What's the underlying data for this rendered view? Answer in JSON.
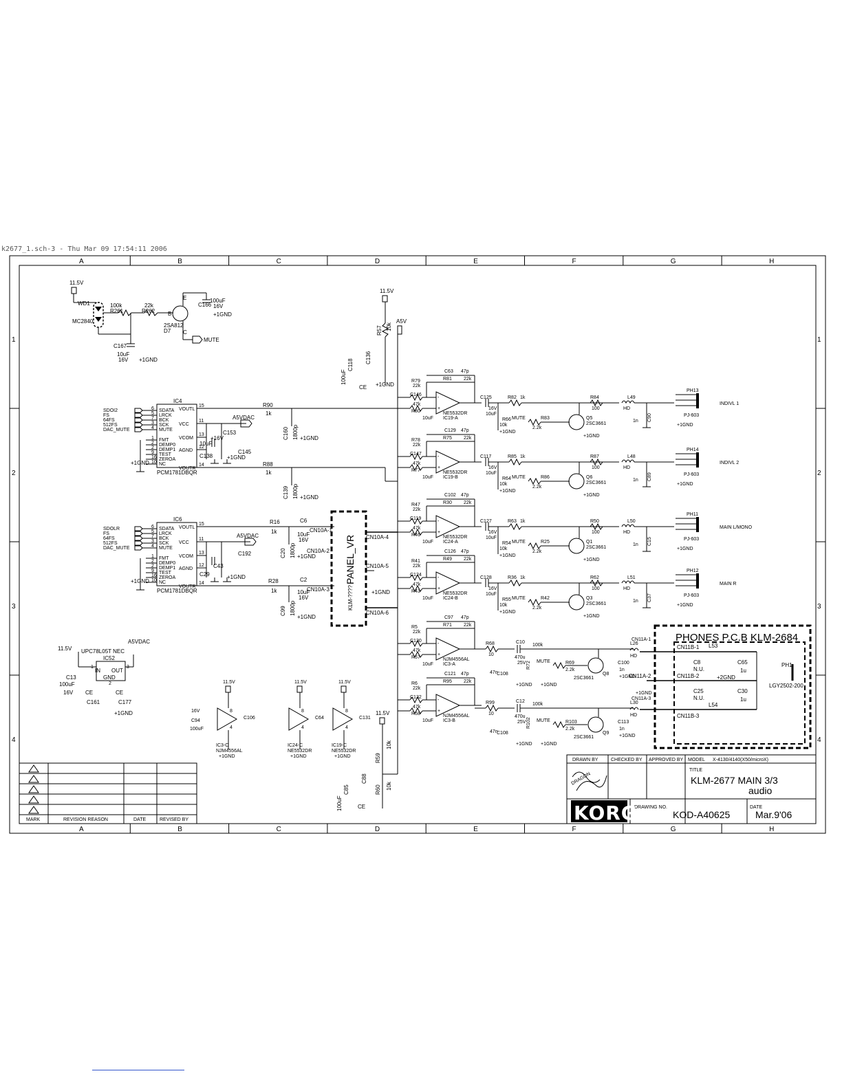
{
  "header": {
    "file_line": "k2677_1.sch-3 - Thu Mar 09 17:54:11 2006"
  },
  "grid": {
    "columns": [
      "A",
      "B",
      "C",
      "D",
      "E",
      "F",
      "G",
      "H"
    ],
    "rows": [
      "1",
      "2",
      "3",
      "4"
    ]
  },
  "power": {
    "v115": "11.5V",
    "a5v": "A5V",
    "a5vdac": "A5VDAC",
    "gnd": "+1GND",
    "gnd2": "+2GND",
    "mute": "MUTE"
  },
  "mute_circuit": {
    "wd1": "WD1",
    "diode": "MC2840",
    "r261": "R261",
    "r261_val": "100k",
    "r262": "R262",
    "r262_val": "22k",
    "q": "2SA812",
    "q_mark": "D7",
    "c166": "C166",
    "c166_val": "100uF",
    "c166_v": "16V",
    "c167": "C167",
    "c167_val": "10uF",
    "c167_v": "16V",
    "pin_b": "B",
    "pin_e": "E",
    "pin_c": "C"
  },
  "dac1": {
    "ref": "IC4",
    "part": "PCM1781DBQR",
    "inputs": [
      "SDOI2",
      "FS",
      "64FS",
      "512FS",
      "DAC_MUTE"
    ],
    "in_pins": [
      "6",
      "5",
      "7",
      "3",
      "4"
    ],
    "pins_left": [
      "SDATA",
      "LRCK",
      "BCK",
      "SCK",
      "MUTE",
      "FMT",
      "DEMP0",
      "DEMP1",
      "TEST",
      "ZEROA",
      "NC"
    ],
    "pin_nums_left": [
      "6",
      "5",
      "7",
      "3",
      "4",
      "1",
      "2",
      "2",
      "9",
      "16",
      "10"
    ],
    "pins_right": [
      "VOUTL",
      "VCC",
      "VCOM",
      "AGND",
      "VOUTR"
    ],
    "pin_nums_right": [
      "15",
      "11",
      "13",
      "12",
      "14"
    ],
    "caps": [
      "C153",
      "C138",
      "C145",
      "10uF",
      "+16V"
    ]
  },
  "dac2": {
    "ref": "IC6",
    "part": "PCM1781DBQR",
    "inputs": [
      "SDOLR",
      "FS",
      "64FS",
      "512FS",
      "DAC_MUTE"
    ],
    "in_pins": [
      "6",
      "5",
      "7",
      "3",
      "4"
    ],
    "pins_left": [
      "SDATA",
      "LRCK",
      "BCK",
      "SCK",
      "MUTE",
      "FMT",
      "DEMP0",
      "DEMP1",
      "TEST",
      "ZEROA",
      "NC"
    ],
    "pin_nums_left": [
      "6",
      "5",
      "7",
      "3",
      "4",
      "1",
      "2",
      "2",
      "9",
      "16",
      "10"
    ],
    "pins_right": [
      "VOUTL",
      "VCC",
      "VCOM",
      "AGND",
      "VOUTR"
    ],
    "pin_nums_right": [
      "15",
      "11",
      "13",
      "12",
      "14"
    ],
    "caps": [
      "C192",
      "C43",
      "C29",
      "10uF",
      "+16V"
    ]
  },
  "misc_parts": {
    "r90": "R90",
    "r88": "R88",
    "r16": "R16",
    "r28": "R28",
    "k1": "1k",
    "c160": "C160",
    "c139": "C139",
    "c20": "C20",
    "c99": "C99",
    "p1800": "1800p",
    "c6": "C6",
    "c2": "C2",
    "uf10": "10uF",
    "v16": "16V",
    "r57": "R57",
    "k10": "10k",
    "c118": "C118",
    "c136": "C136",
    "r59": "R59",
    "r60": "R60",
    "c85": "C85",
    "c88": "C88",
    "uf100": "100uF",
    "ce": "CE"
  },
  "panel": {
    "label": "PANEL_VR",
    "sub": "KLM-????",
    "connectors": [
      "CN10A-1",
      "CN10A-2",
      "CN10A-3",
      "CN10A-4",
      "CN10A-5",
      "CN10A-6"
    ]
  },
  "opamps": [
    {
      "ref": "IC19-A",
      "part": "NE5532DR",
      "rin": "R79",
      "rin_val": "22k",
      "rfb": "R81",
      "rfb_val": "22k",
      "cfb": "C63",
      "cfb_val": "47p",
      "r2": "R80",
      "r2_val": "47k",
      "c": "C146"
    },
    {
      "ref": "IC19-B",
      "part": "NE5532DR",
      "rin": "R78",
      "rin_val": "22k",
      "rfb": "R75",
      "rfb_val": "22k",
      "cfb": "C129",
      "cfb_val": "47p",
      "r2": "R77",
      "r2_val": "47k",
      "c": "C147"
    },
    {
      "ref": "IC24-A",
      "part": "NE5532DR",
      "rin": "R47",
      "rin_val": "22k",
      "rfb": "R30",
      "rfb_val": "22k",
      "cfb": "C102",
      "cfb_val": "47p",
      "r2": "R46",
      "r2_val": "47k",
      "c": "C119"
    },
    {
      "ref": "IC24-B",
      "part": "NE5532DR",
      "rin": "R41",
      "rin_val": "22k",
      "rfb": "R49",
      "rfb_val": "22k",
      "cfb": "C126",
      "cfb_val": "47p",
      "r2": "R43",
      "r2_val": "47k",
      "c": "C124"
    },
    {
      "ref": "IC3-A",
      "part": "NJM4556AL",
      "rin": "R5",
      "rin_val": "22k",
      "rfb": "R71",
      "rfb_val": "22k",
      "cfb": "C97",
      "cfb_val": "47p",
      "r2": "R57",
      "r2_val": "47k",
      "c": "C130"
    },
    {
      "ref": "IC3-B",
      "part": "NJM4556AL",
      "rin": "R6",
      "rin_val": "22k",
      "rfb": "R95",
      "rfb_val": "22k",
      "cfb": "C121",
      "cfb_val": "47p",
      "r2": "R58",
      "r2_val": "47k",
      "c": "C132"
    }
  ],
  "outputs": [
    {
      "cap": "C125",
      "r_series": "R82",
      "r_val": "1k",
      "r_bias": "R66",
      "r_mute": "R83",
      "r_mute_val": "2.2k",
      "q": "Q5",
      "q_part": "2SC3661",
      "r_out": "R84",
      "r_out_val": "100",
      "l": "L49",
      "l_type": "HD",
      "c_out": "C90",
      "c_out_val": "1n",
      "jack": "PH13",
      "jack_part": "PJ-603",
      "label": "INDIVL 1"
    },
    {
      "cap": "C117",
      "r_series": "R85",
      "r_val": "1k",
      "r_bias": "R64",
      "r_mute": "R86",
      "r_mute_val": "2.2k",
      "q": "Q6",
      "q_part": "2SC3661",
      "r_out": "R87",
      "r_out_val": "100",
      "l": "L48",
      "l_type": "HD",
      "c_out": "C89",
      "c_out_val": "1n",
      "jack": "PH14",
      "jack_part": "PJ-603",
      "label": "INDIVL 2"
    },
    {
      "cap": "C127",
      "r_series": "R63",
      "r_val": "1k",
      "r_bias": "R54",
      "r_mute": "R25",
      "r_mute_val": "2.2k",
      "q": "Q1",
      "q_part": "2SC3661",
      "r_out": "R50",
      "r_out_val": "100",
      "l": "L50",
      "l_type": "HD",
      "c_out": "C15",
      "c_out_val": "1n",
      "jack": "PH11",
      "jack_part": "PJ-603",
      "label": "MAIN L/MONO"
    },
    {
      "cap": "C128",
      "r_series": "R36",
      "r_val": "1k",
      "r_bias": "R55",
      "r_mute": "R42",
      "r_mute_val": "2.2k",
      "q": "Q3",
      "q_part": "2SC3661",
      "r_out": "R62",
      "r_out_val": "100",
      "l": "L51",
      "l_type": "HD",
      "c_out": "C37",
      "c_out_val": "1n",
      "jack": "PH12",
      "jack_part": "PJ-603",
      "label": "MAIN R"
    }
  ],
  "phones_out": [
    {
      "r": "R68",
      "r_val": "10",
      "c": "C10",
      "c_val": "470u",
      "c_v": "25V",
      "c2": "C108",
      "c2_val": "47n",
      "rv": "R72",
      "rv_val": "100k",
      "r_mute": "R69",
      "r_mute_val": "2.2k",
      "q": "Q8",
      "q_part": "2SC3661",
      "c_out": "C100",
      "c_out_val": "1n",
      "l": "L26",
      "l_type": "HD",
      "cn": "CN11A-1"
    },
    {
      "r": "R99",
      "r_val": "10",
      "c": "C12",
      "c_val": "470u",
      "c_v": "25V",
      "c2": "C108",
      "c2_val": "47n",
      "rv": "R102",
      "rv_val": "100k",
      "r_mute": "R103",
      "r_mute_val": "2.2k",
      "q": "Q9",
      "q_part": "2SC3661",
      "c_out": "C113",
      "c_out_val": "1n",
      "l": "L30",
      "l_type": "HD",
      "cn": "CN11A-3"
    }
  ],
  "phones_pcb": {
    "title": "PHONES P.C.B KLM-2684",
    "cn_left": [
      "CN11B-1",
      "CN11B-2",
      "CN11B-3"
    ],
    "cn_mid": "CN11A-2",
    "c8": "C8",
    "c25": "C25",
    "nu": "N.U.",
    "c65": "C65",
    "c30": "C30",
    "cval": "1u",
    "l53": "L53",
    "l54": "L54",
    "jack": "PH1",
    "jack_part": "LGY2502-200"
  },
  "regulator": {
    "part": "UPC78L05T NEC",
    "ref": "IC52",
    "pin_in": "IN",
    "pin_out": "OUT",
    "pin_gnd": "GND",
    "c13": "C13",
    "c13_val": "100uF",
    "c13_v": "16V",
    "c161": "C161",
    "c177": "C177",
    "ce": "CE",
    "n1": "1",
    "n2": "2",
    "n3": "3"
  },
  "power_units": [
    {
      "ref": "IC3-C",
      "part": "NJM4556AL",
      "c": "C106",
      "c_in": "C94",
      "c_val": "100uF",
      "c_v": "16V"
    },
    {
      "ref": "IC24-C",
      "part": "NE5532DR",
      "c": "C64"
    },
    {
      "ref": "IC19-C",
      "part": "NE5532DR",
      "c": "C131"
    }
  ],
  "revision_table": {
    "headers": [
      "MARK",
      "REVISION REASON",
      "DATE",
      "REVISED BY"
    ]
  },
  "title_block": {
    "drawn_by": "DRAWN BY",
    "checked_by": "CHECKED BY",
    "approved_by": "APPROVED BY",
    "model_label": "MODEL",
    "model": "X-4130/4140(X50/microX)",
    "title_label": "TITLE",
    "title": "KLM-2677 MAIN 3/3",
    "subtitle": "audio",
    "brand": "KORG",
    "drawing_no_label": "DRAWING NO.",
    "drawing_no": "KOD-A40625",
    "date_label": "DATE",
    "date": "Mar.9'06",
    "signature": "DRAGON"
  }
}
